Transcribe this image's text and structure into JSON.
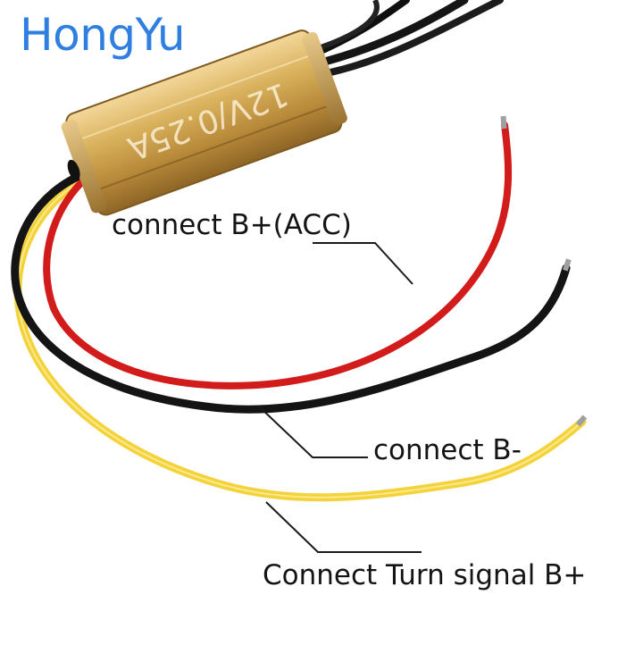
{
  "brand": "HongYu",
  "module": {
    "rating_label": "12V/0.25A",
    "case_color": "#d9b15c"
  },
  "wires": [
    {
      "color_name": "red",
      "color": "#d21b1b",
      "label": "connect B+(ACC)"
    },
    {
      "color_name": "black",
      "color": "#141414",
      "label": "connect B-"
    },
    {
      "color_name": "yellow",
      "color": "#f3d23b",
      "label": "Connect Turn signal B+"
    }
  ],
  "colors": {
    "brand_text": "#2f7fe0",
    "background": "#ffffff",
    "leader_line": "#1a1a1a"
  }
}
